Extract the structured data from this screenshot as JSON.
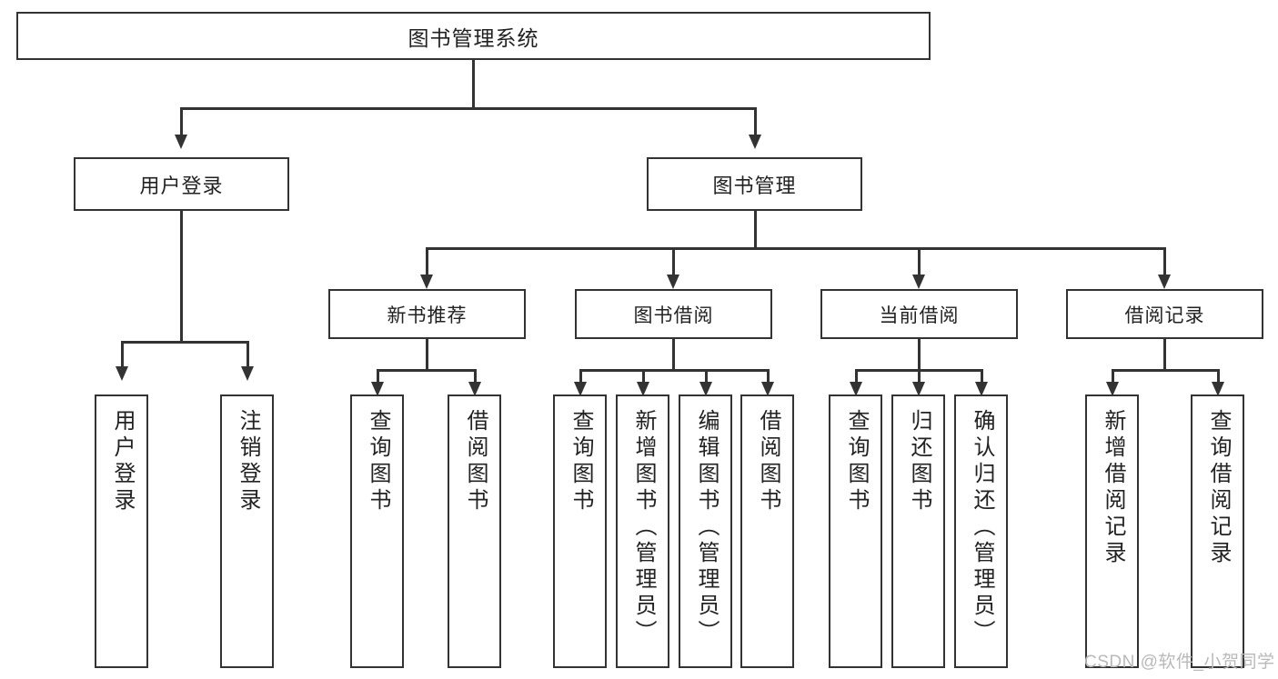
{
  "diagram": {
    "type": "hierarchy-tree",
    "title": "图书管理系统",
    "root": {
      "label": "图书管理系统"
    },
    "level2": [
      {
        "label": "用户登录"
      },
      {
        "label": "图书管理"
      }
    ],
    "level3": [
      {
        "label": "新书推荐"
      },
      {
        "label": "图书借阅"
      },
      {
        "label": "当前借阅"
      },
      {
        "label": "借阅记录"
      }
    ],
    "leaves": [
      {
        "label": "用户登录"
      },
      {
        "label": "注销登录"
      },
      {
        "label": "查询图书"
      },
      {
        "label": "借阅图书"
      },
      {
        "label": "查询图书"
      },
      {
        "label": "新增图书（管理员）"
      },
      {
        "label": "编辑图书（管理员）"
      },
      {
        "label": "借阅图书"
      },
      {
        "label": "查询图书"
      },
      {
        "label": "归还图书"
      },
      {
        "label": "确认归还（管理员）"
      },
      {
        "label": "新增借阅记录"
      },
      {
        "label": "查询借阅记录"
      }
    ],
    "colors": {
      "stroke": "#333333",
      "fill": "#ffffff",
      "text": "#222222",
      "watermark": "#b9b9b9"
    }
  },
  "watermark": {
    "text": "CSDN @软件_小贺同学"
  }
}
